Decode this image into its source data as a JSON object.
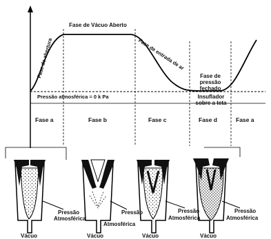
{
  "curve_labels": {
    "opening": "Fase de abertura",
    "vacuum_open": "Fase de Vácuo Aberto",
    "closing": "Fase de entrada de ar",
    "pressure_closed": "Fase de pressão fechado",
    "atmospheric": "Pressão atmosférica = 0 k Pa",
    "liner_on_teat": "Insuflador sobre a teta"
  },
  "phases": [
    "Fase a",
    "Fase b",
    "Fase c",
    "Fase d",
    "Fase a"
  ],
  "cup_labels": {
    "pressure": "Pressão",
    "atmospheric": "Atmosférica",
    "vacuum": "Vácuo"
  }
}
